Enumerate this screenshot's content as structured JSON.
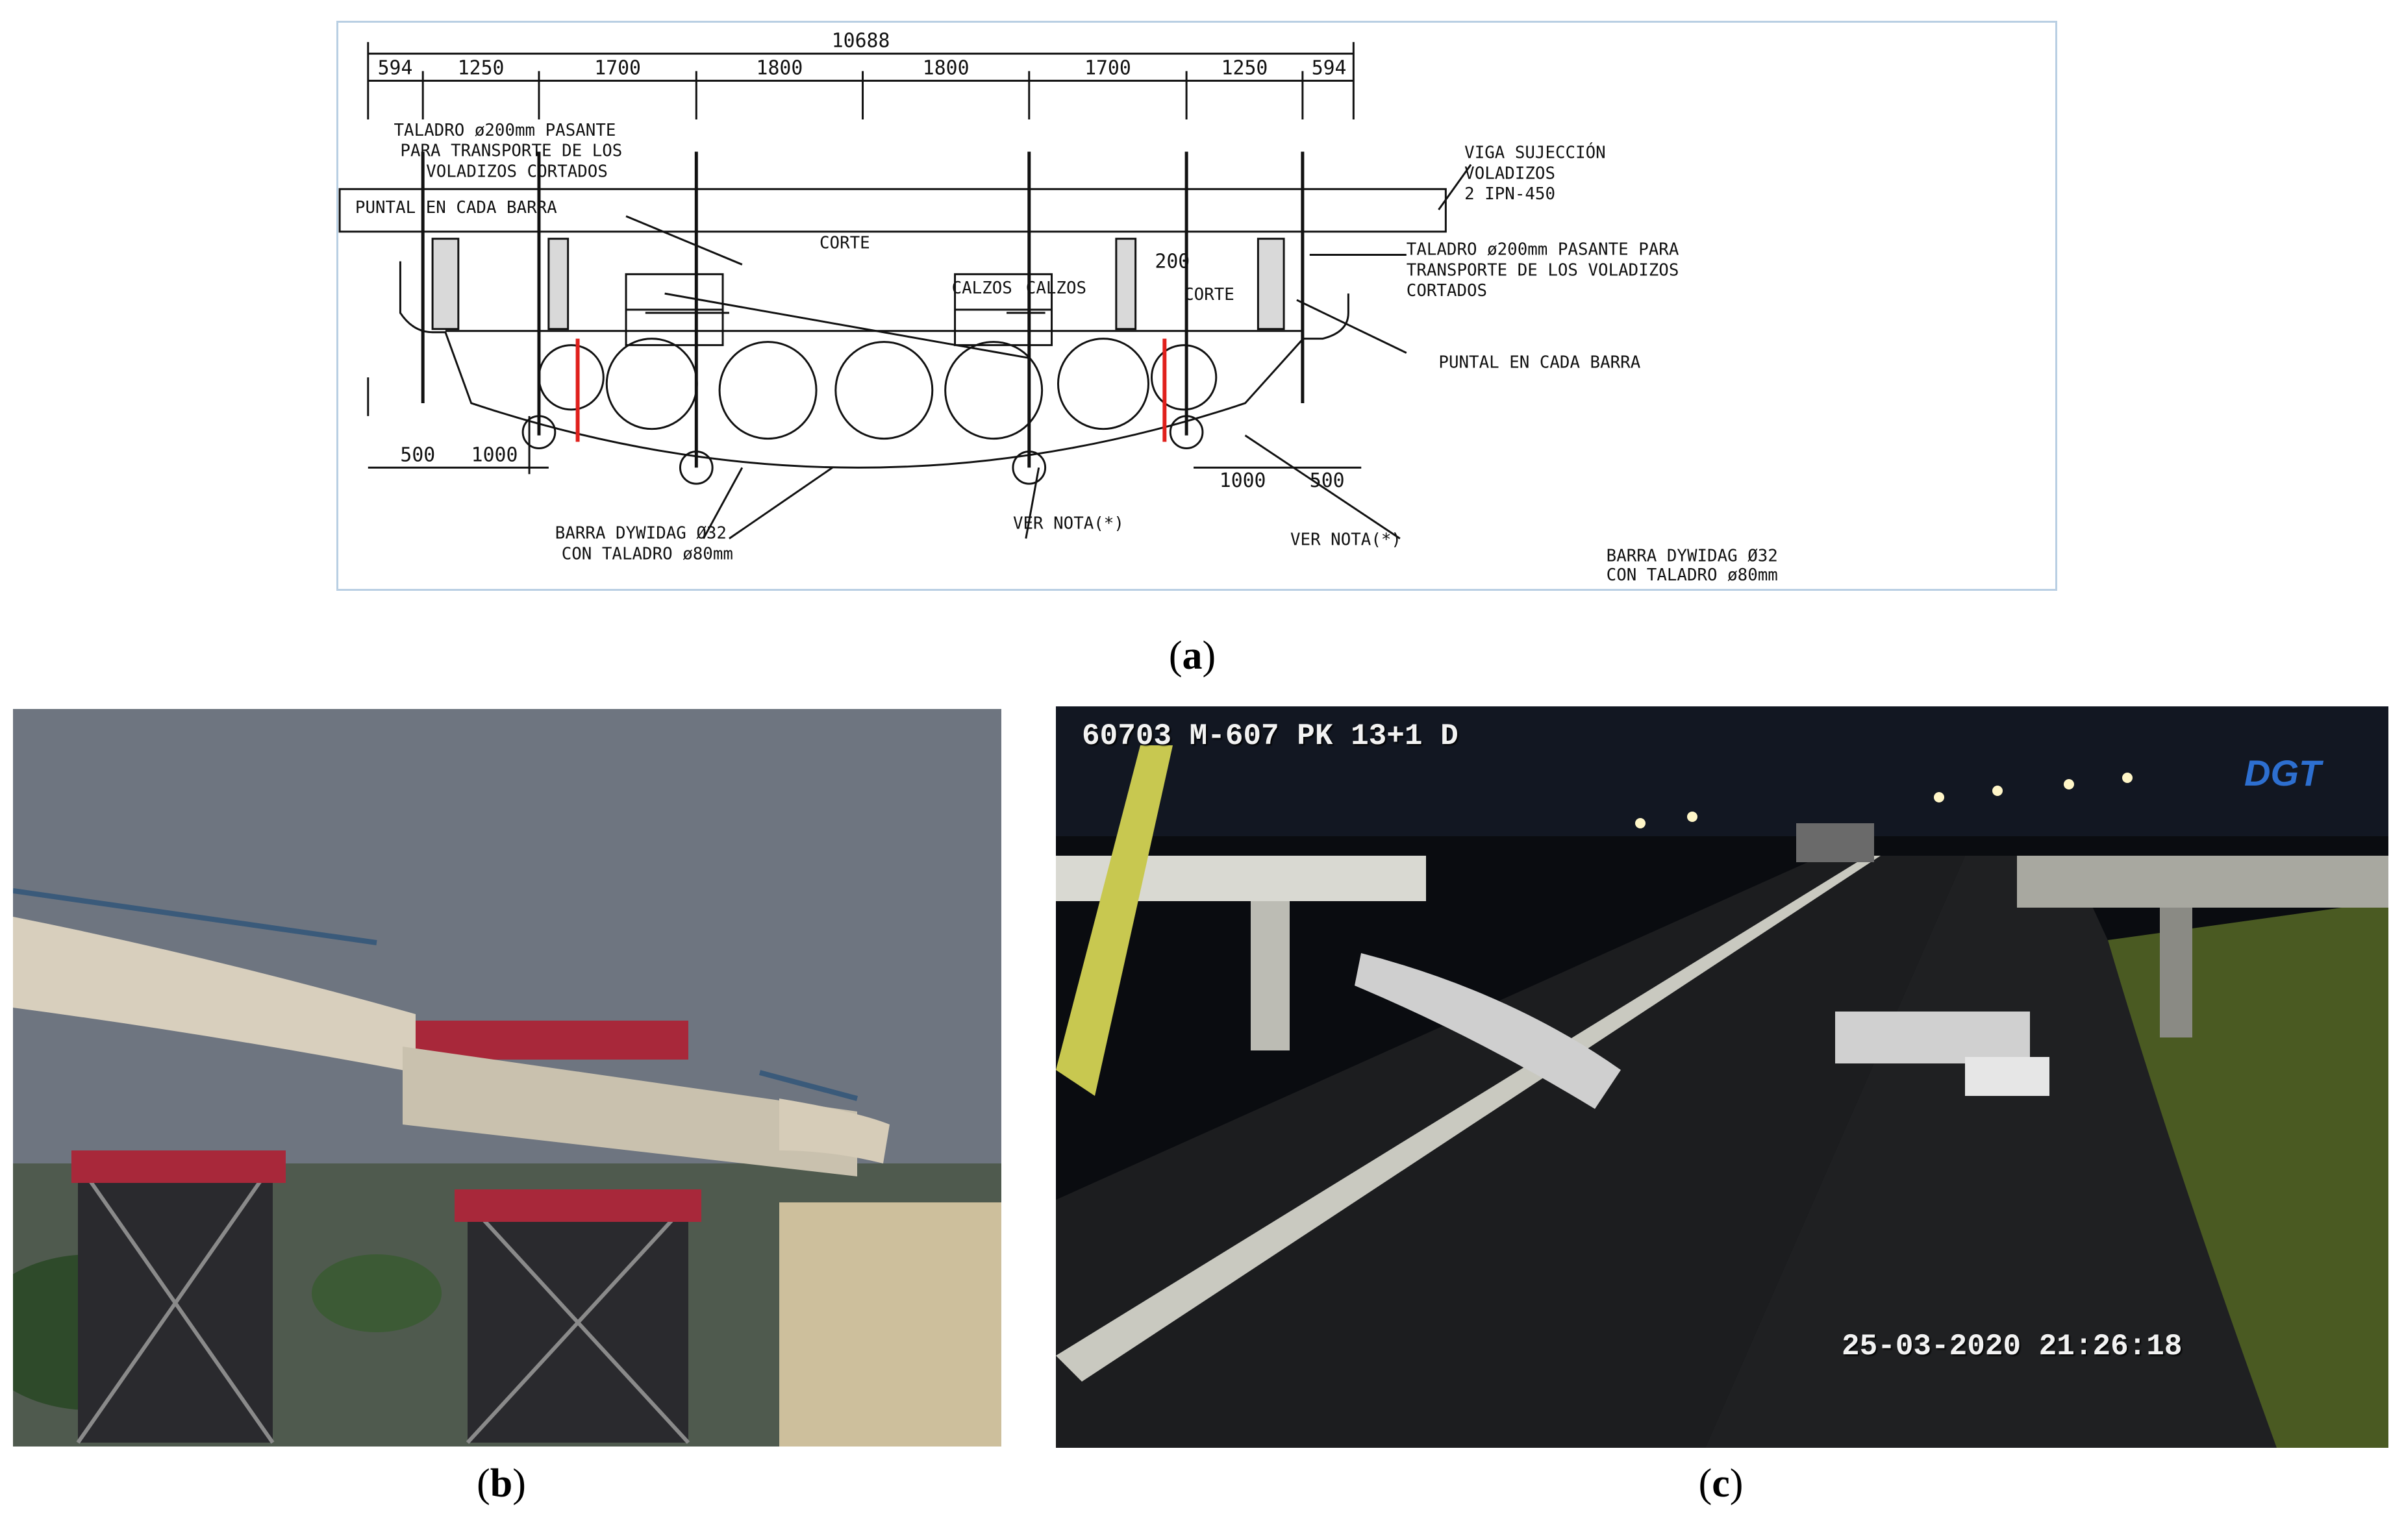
{
  "panel_a": {
    "caption_open": "(",
    "caption_letter": "a",
    "caption_close": ")",
    "dimensions_top": [
      "10688",
      "594",
      "1250",
      "1700",
      "1800",
      "1800",
      "1700",
      "1250",
      "594"
    ],
    "dimensions_bottom_left": [
      "500",
      "1000"
    ],
    "dimensions_bottom_right": [
      "1000",
      "500"
    ],
    "dim_200": "200",
    "labels": {
      "taladro_left_1": "TALADRO ø200mm PASANTE",
      "taladro_left_2": "PARA TRANSPORTE DE LOS",
      "taladro_left_3": "VOLADIZOS CORTADOS",
      "puntal_left": "PUNTAL EN CADA BARRA",
      "corte_left": "CORTE",
      "calzos_left": "CALZOS",
      "calzos_right": "CALZOS",
      "corte_right": "CORTE",
      "viga_1": "VIGA SUJECCIÓN",
      "viga_2": "VOLADIZOS",
      "viga_3": "2 IPN-450",
      "taladro_right_1": "TALADRO ø200mm PASANTE PARA",
      "taladro_right_2": "TRANSPORTE DE LOS VOLADIZOS",
      "taladro_right_3": "CORTADOS",
      "puntal_right": "PUNTAL EN CADA BARRA",
      "barra_left_1": "BARRA DYWIDAG Ø32",
      "barra_left_2": "CON TALADRO ø80mm",
      "ver_nota_left": "VER NOTA(*)",
      "ver_nota_right": "VER NOTA(*)",
      "barra_right_1": "BARRA DYWIDAG Ø32",
      "barra_right_2": "CON TALADRO ø80mm"
    }
  },
  "panel_b": {
    "caption_open": "(",
    "caption_letter": "b",
    "caption_close": ")"
  },
  "panel_c": {
    "caption_open": "(",
    "caption_letter": "c",
    "caption_close": ")",
    "camera_id": "60703 M-607 PK 13+1 D",
    "timestamp": "25-03-2020 21:26:18",
    "logo": "DGT"
  },
  "colors": {
    "cut_line": "#e0201c",
    "frame_border": "#b9cfe3",
    "steel_red": "#a8283a",
    "night_road": "#1c1d1f",
    "sky_b": "#6e7580"
  }
}
